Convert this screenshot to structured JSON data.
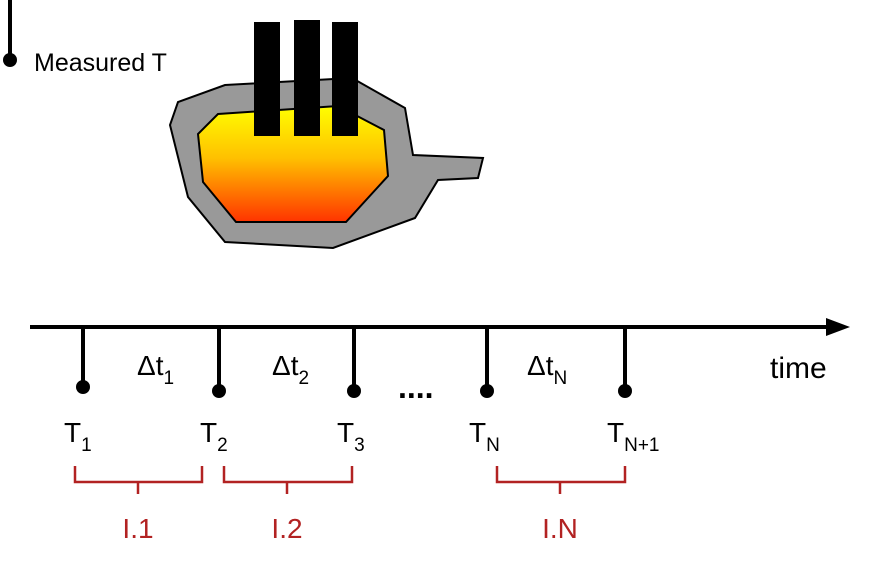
{
  "legend": {
    "measured_label": "Measured T"
  },
  "timeline": {
    "axis_label": "time",
    "ellipsis": "....",
    "temperatures": [
      {
        "base": "T",
        "sub": "1"
      },
      {
        "base": "T",
        "sub": "2"
      },
      {
        "base": "T",
        "sub": "3"
      },
      {
        "base": "T",
        "sub": "N"
      },
      {
        "base": "T",
        "sub": "N+1"
      }
    ],
    "intervals_dt": [
      {
        "base": "Δt",
        "sub": "1"
      },
      {
        "base": "Δt",
        "sub": "2"
      },
      {
        "base": "Δt",
        "sub": "N"
      }
    ],
    "intervals": [
      "I.1",
      "I.2",
      "I.N"
    ]
  },
  "colors": {
    "line": "#000000",
    "vessel_shell": "#999999",
    "melt_top": "#ffff00",
    "melt_bottom": "#ff3300",
    "interval_red": "#b22222"
  }
}
